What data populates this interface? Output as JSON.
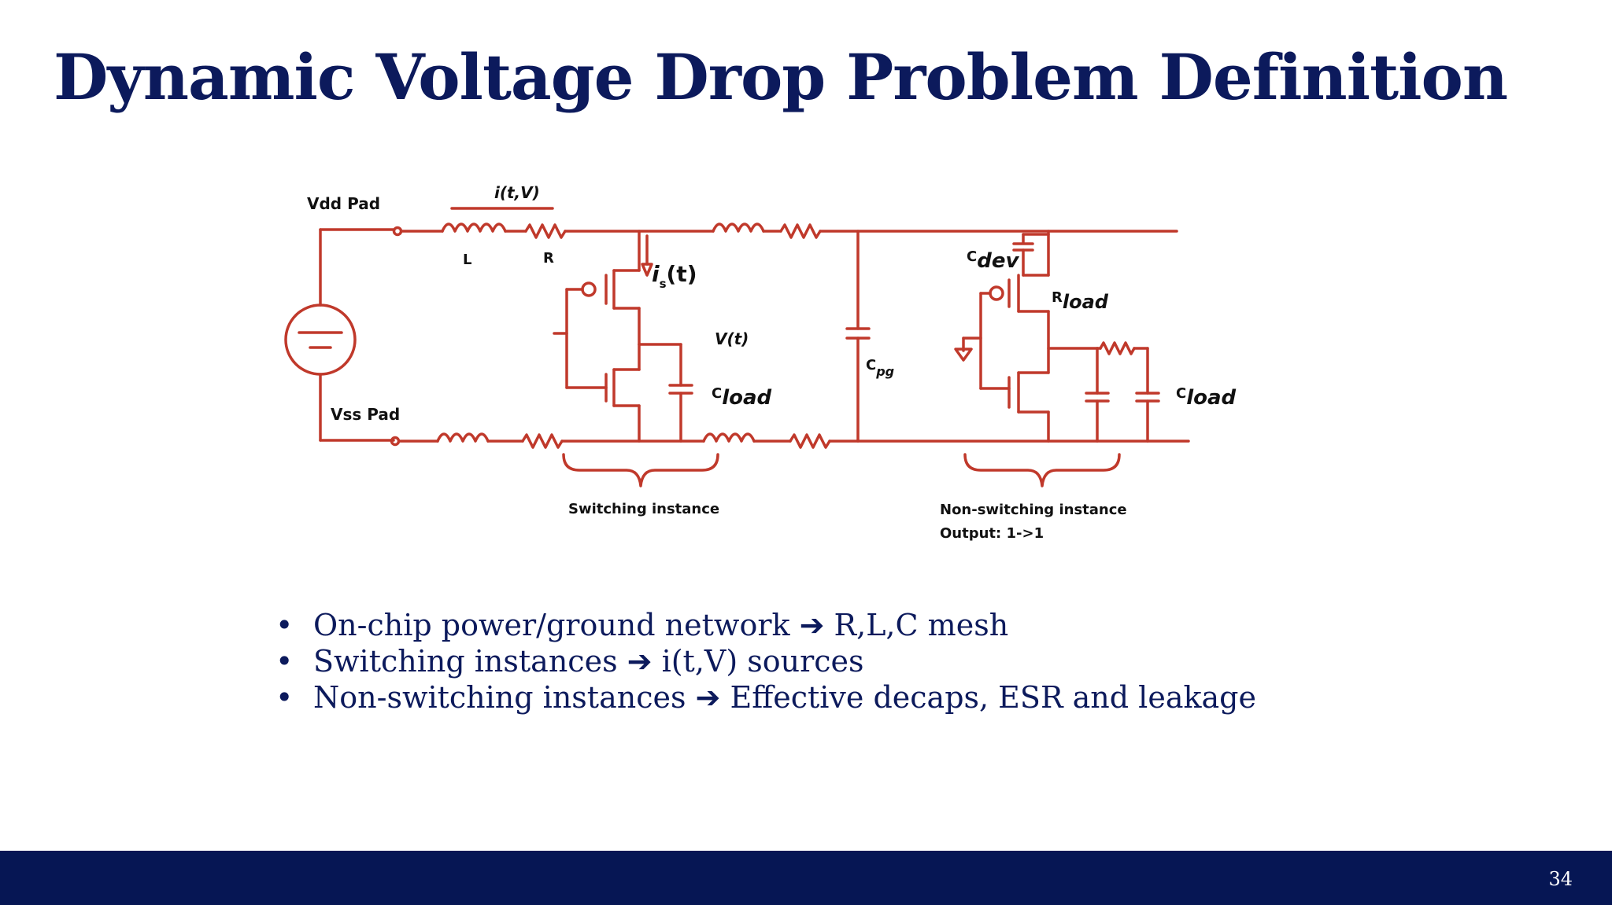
{
  "slide": {
    "title": "Dynamic Voltage Drop Problem Definition",
    "page_number": "34"
  },
  "diagram": {
    "labels": {
      "vdd_pad": "Vdd Pad",
      "vss_pad": "Vss Pad",
      "current_label": "i(t,V)",
      "inductor": "L",
      "resistor": "R",
      "switch_current": "i",
      "switch_current_sub": "s",
      "switch_current_suffix": "(t)",
      "node_voltage": "V(t)",
      "cload_base": "C",
      "cload_sub": "load",
      "cpg_base": "C",
      "cpg_sub": "pg",
      "cdev_base": "C",
      "cdev_sub": "dev",
      "rload_base": "R",
      "rload_sub": "load",
      "cload2_base": "C",
      "cload2_sub": "load",
      "switching_instance": "Switching instance",
      "non_switching_instance": "Non-switching instance",
      "output": "Output: 1->1"
    },
    "colors": {
      "wire": "#c0392b",
      "title": "#0c1a5c",
      "footer": "#061654"
    }
  },
  "bullets": [
    "On-chip power/ground network ➔ R,L,C mesh",
    "Switching instances ➔ i(t,V) sources",
    "Non-switching instances ➔ Effective decaps, ESR and leakage"
  ]
}
